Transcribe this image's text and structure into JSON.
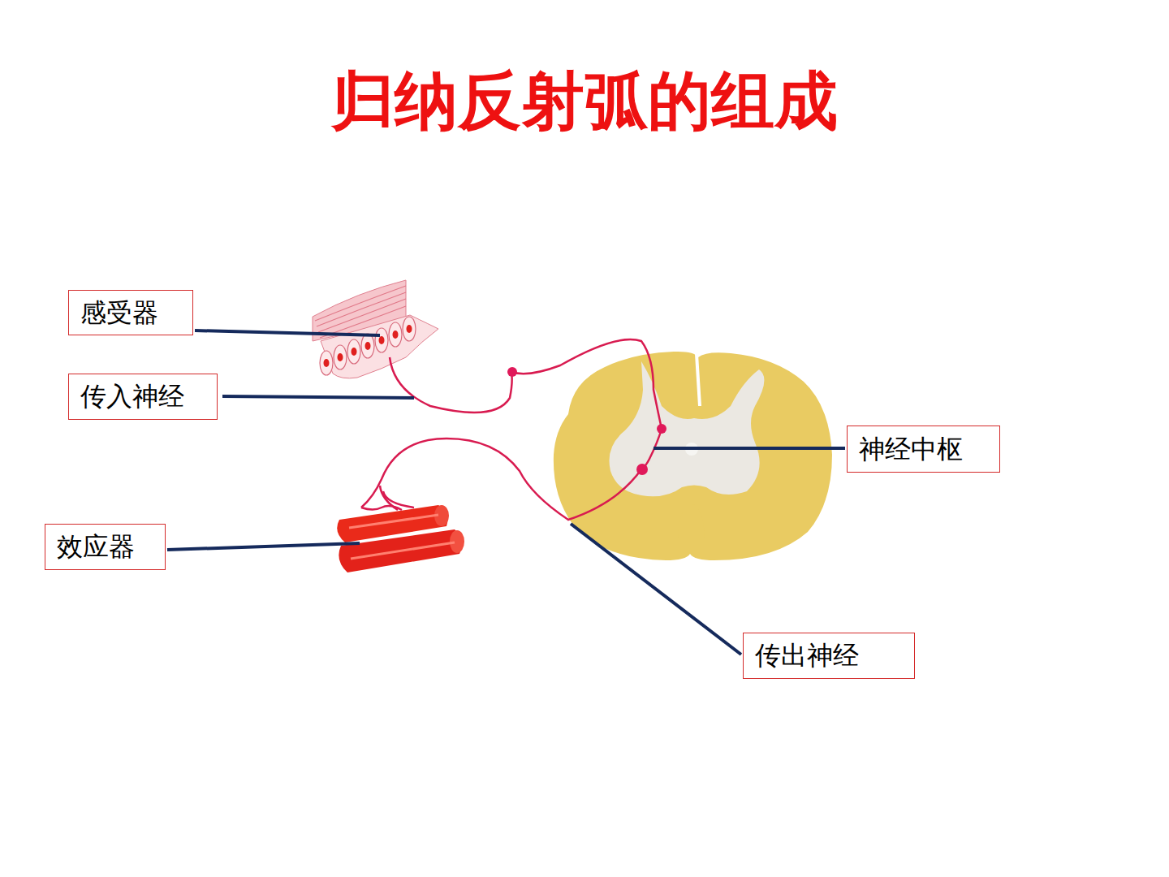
{
  "diagram": {
    "title": "归纳反射弧的组成",
    "nodes": [
      {
        "text": [
          "感受器"
        ]
      },
      {
        "text": [
          "传入神经"
        ]
      },
      {
        "text": [
          "神经中枢"
        ]
      },
      {
        "text": [
          "效应器"
        ]
      },
      {
        "text": [
          "传出神经"
        ]
      }
    ]
  }
}
